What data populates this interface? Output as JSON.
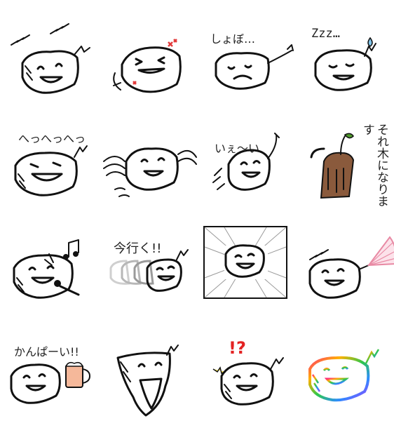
{
  "stickers": [
    {
      "id": 1,
      "caption": ""
    },
    {
      "id": 2,
      "caption": ""
    },
    {
      "id": 3,
      "caption": "しょぼ…"
    },
    {
      "id": 4,
      "caption": "Zzz…"
    },
    {
      "id": 5,
      "caption": "へっへっへっ"
    },
    {
      "id": 6,
      "caption": ""
    },
    {
      "id": 7,
      "caption": "いぇ〜い"
    },
    {
      "id": 8,
      "caption": "それ木になります"
    },
    {
      "id": 9,
      "caption": ""
    },
    {
      "id": 10,
      "caption": "今行く!!"
    },
    {
      "id": 11,
      "caption": ""
    },
    {
      "id": 12,
      "caption": ""
    },
    {
      "id": 13,
      "caption": "かんぱーい!!"
    },
    {
      "id": 14,
      "caption": ""
    },
    {
      "id": 15,
      "caption": "!?"
    },
    {
      "id": 16,
      "caption": ""
    }
  ],
  "icons": {
    "face": "sticker-face-icon",
    "music": "music-note-icon",
    "microphone": "microphone-icon",
    "fan": "folding-fan-icon",
    "beer": "beer-mug-icon",
    "water-drop": "water-drop-icon",
    "leaf": "leaf-icon"
  },
  "colors": {
    "ink": "#111111",
    "anger": "#e23b3b",
    "tree_trunk": "#8a5a3c",
    "leaf": "#4f9a2c",
    "beer": "#f5b89a",
    "fan": "#e88aa4",
    "drop": "#7fc4ea",
    "exclaim": "#e32222"
  }
}
